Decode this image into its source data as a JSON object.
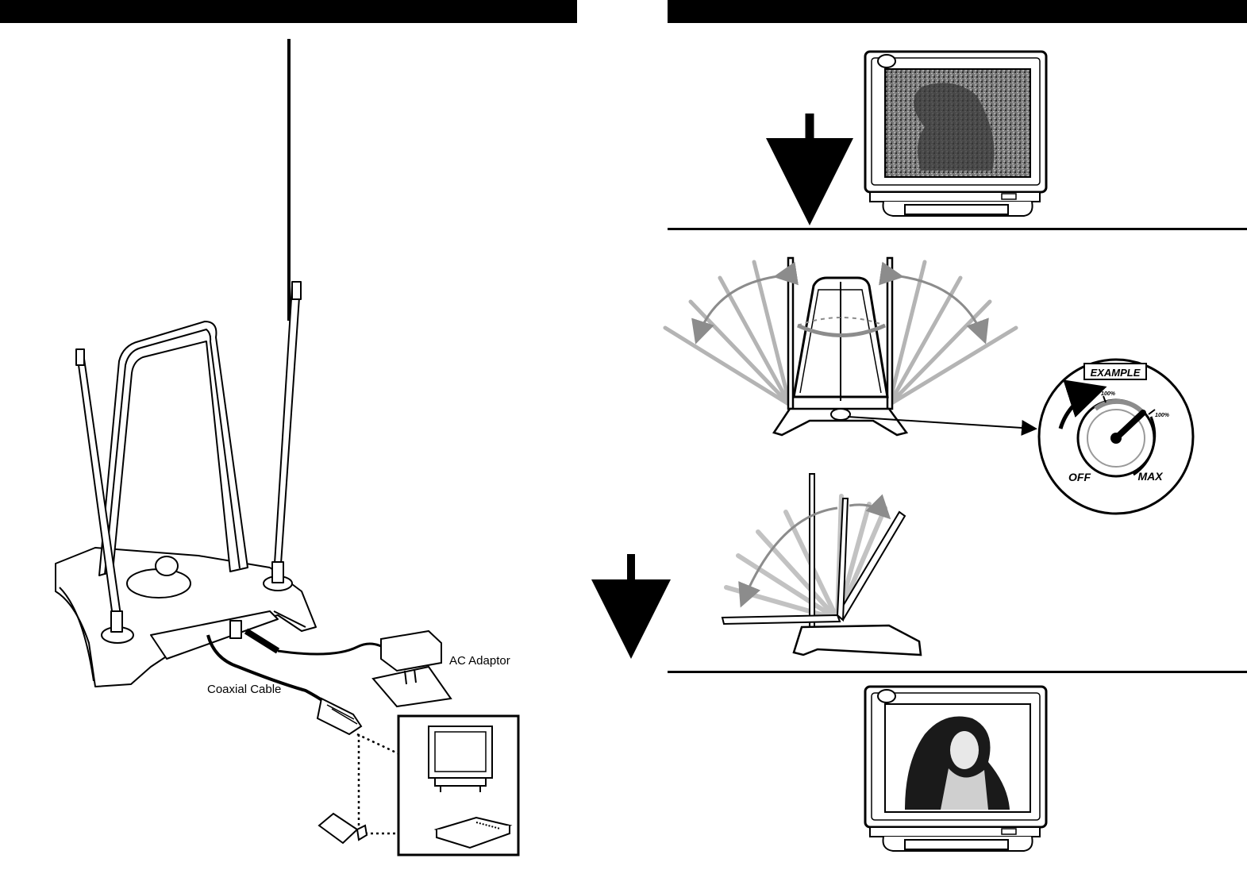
{
  "labels": {
    "ac_adaptor": "AC Adaptor",
    "coaxial_cable": "Coaxial Cable"
  },
  "gain_dial": {
    "example": "EXAMPLE",
    "off": "OFF",
    "max": "MAX",
    "mark_inner": "100%",
    "mark_outer": "100%"
  },
  "colors": {
    "ink": "#000000",
    "guide_gray": "#8c8c8c",
    "screen_static": "#6f6f6f"
  },
  "icons": {
    "step_arrow": "down-arrow-icon"
  }
}
